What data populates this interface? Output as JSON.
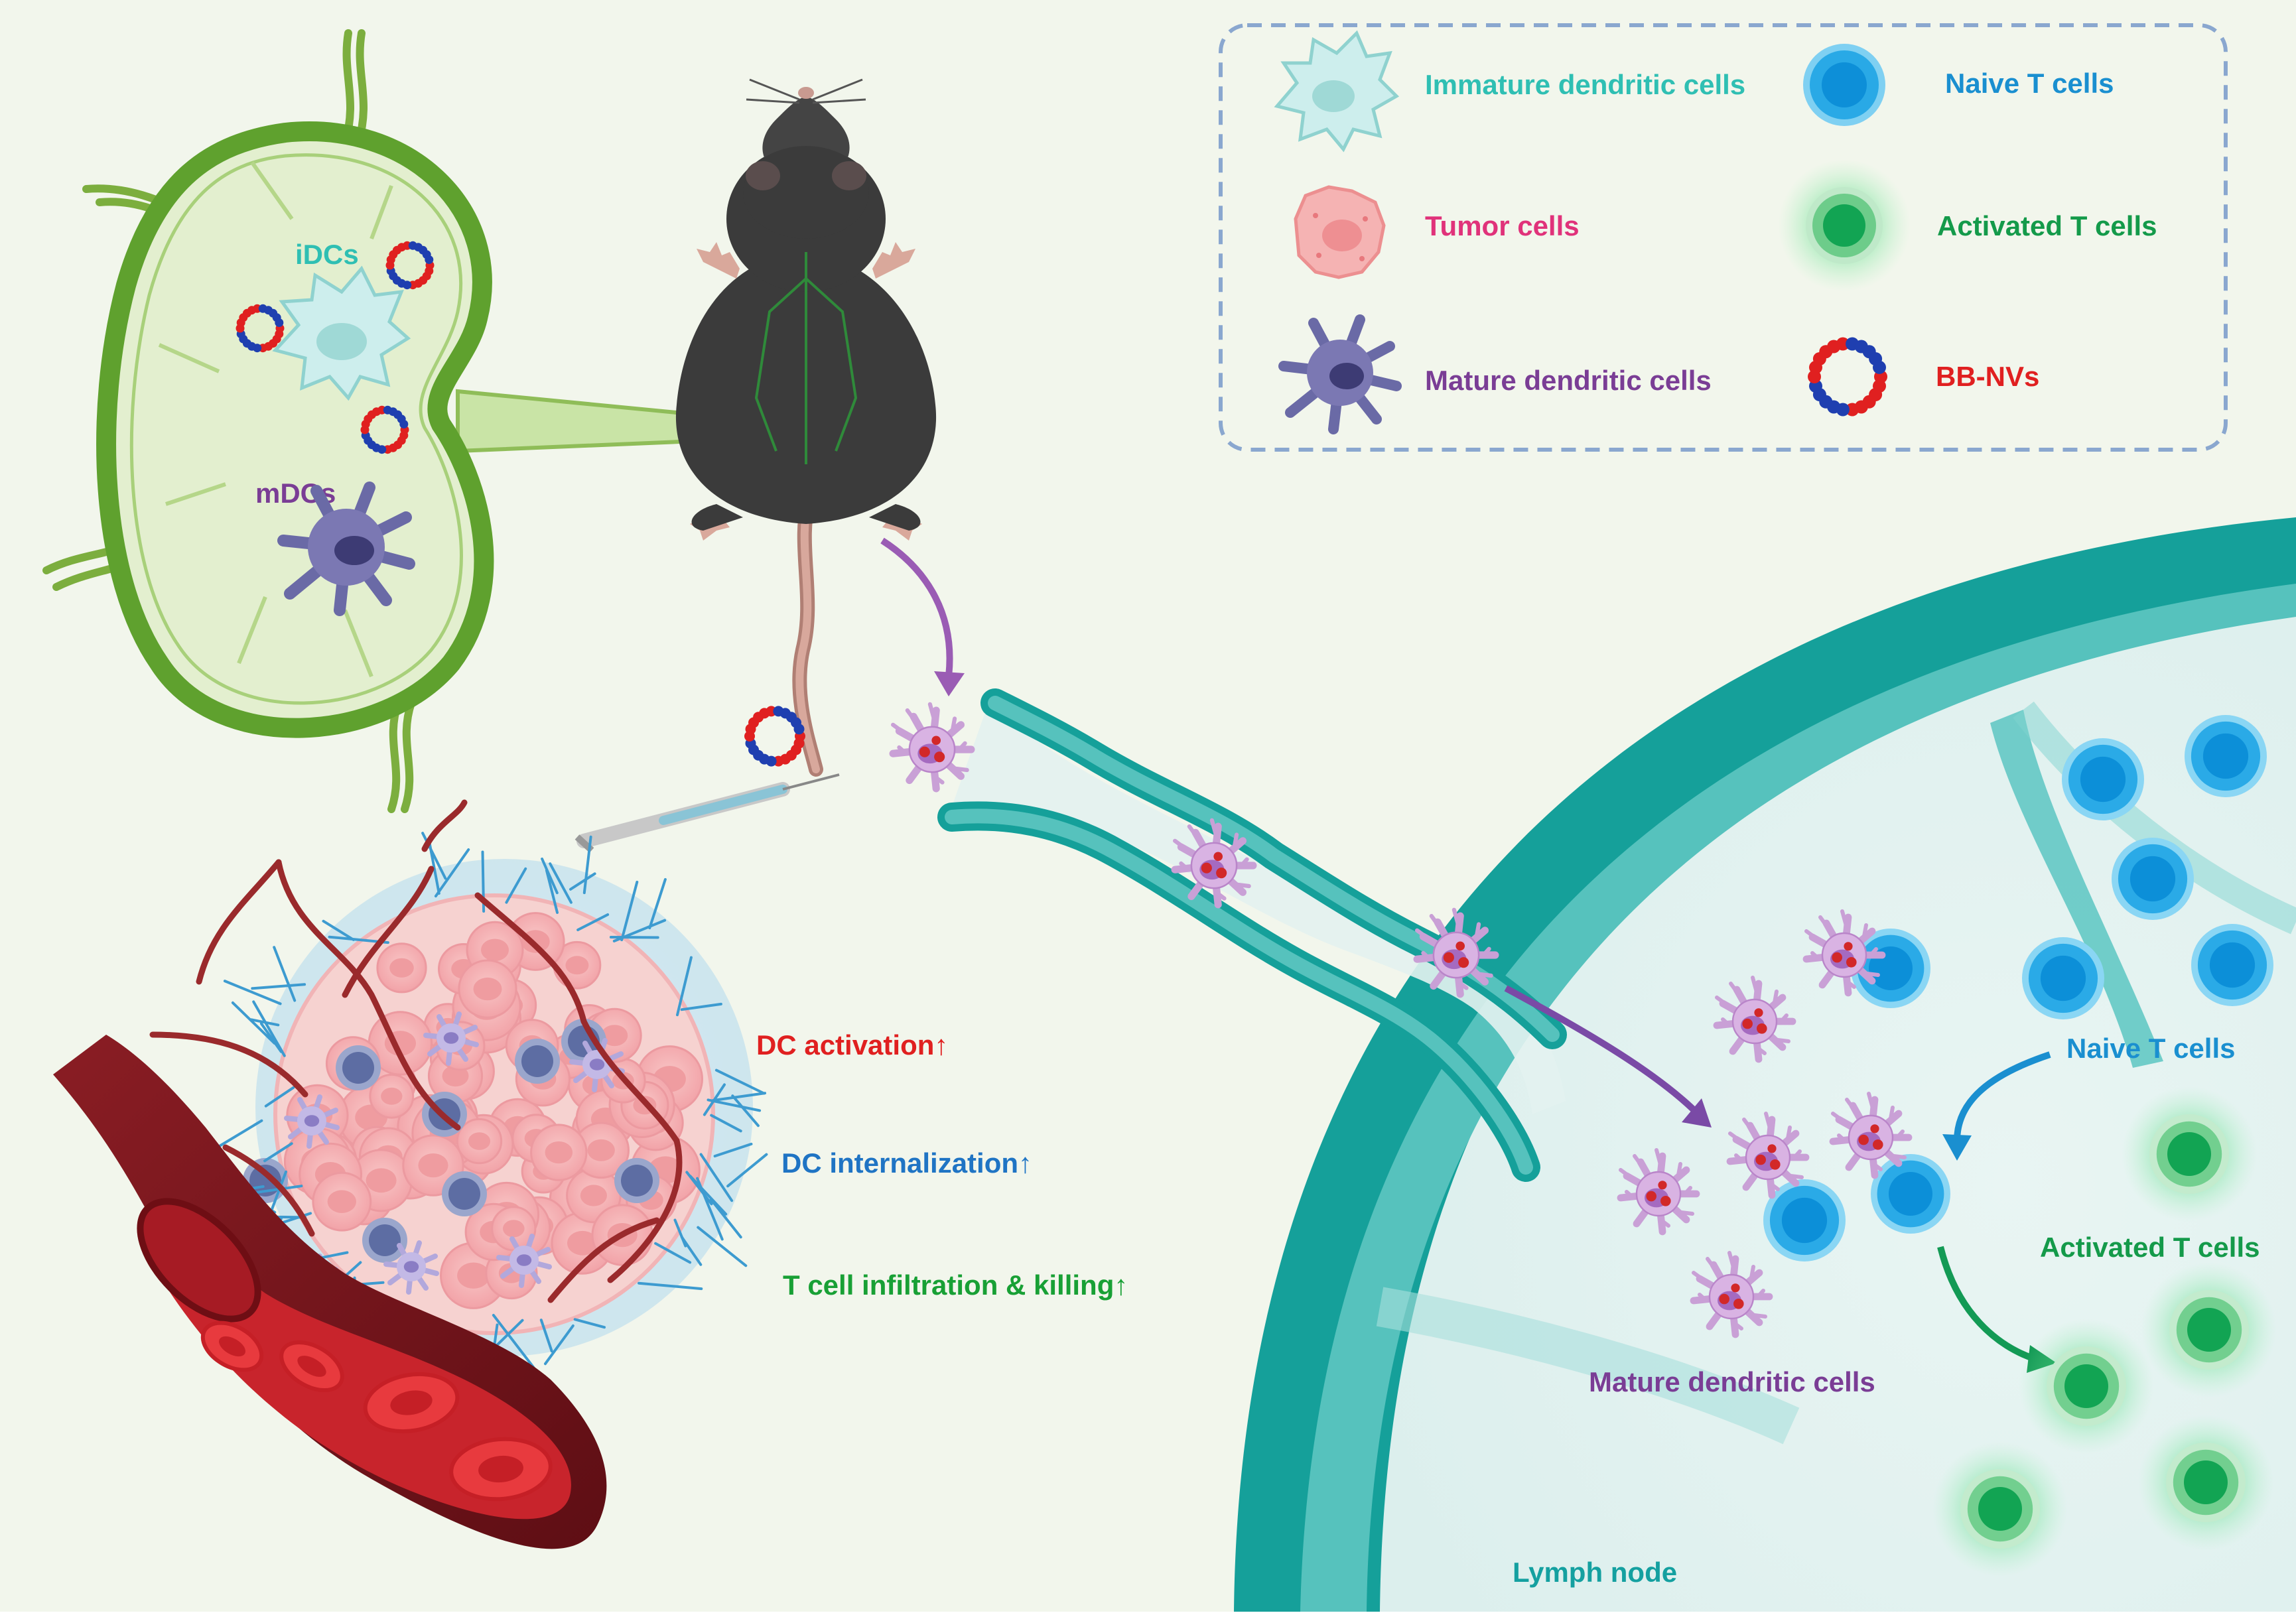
{
  "colors": {
    "background": "#f2f6ec",
    "immature_dc": "#2fbfb3",
    "tumor": "#e0327a",
    "mature_dc": "#7a3d95",
    "naive_t": "#1a8fd0",
    "activated_t": "#149a4a",
    "bb_nvs": "#e02020",
    "dc_activation": "#e02020",
    "dc_internalization": "#1f74c4",
    "t_cell_infiltration": "#18a035",
    "lymph_node": "#14a0a0"
  },
  "legend": {
    "immature_dc": "Immature dendritic cells",
    "tumor_cells": "Tumor cells",
    "mature_dc": "Mature dendritic cells",
    "naive_t": "Naive T cells",
    "activated_t": "Activated T cells",
    "bb_nvs": "BB-NVs"
  },
  "lymph_node_inset": {
    "idcs": "iDCs",
    "mdcs": "mDCs"
  },
  "tumor_effects": {
    "dc_activation": "DC activation↑",
    "dc_internalization": "DC internalization↑",
    "t_cell_infiltration": "T cell infiltration & killing↑"
  },
  "lymph_node_labels": {
    "naive_t": "Naive T cells",
    "activated_t": "Activated T cells",
    "mature_dc": "Mature dendritic cells",
    "lymph_node": "Lymph node"
  }
}
